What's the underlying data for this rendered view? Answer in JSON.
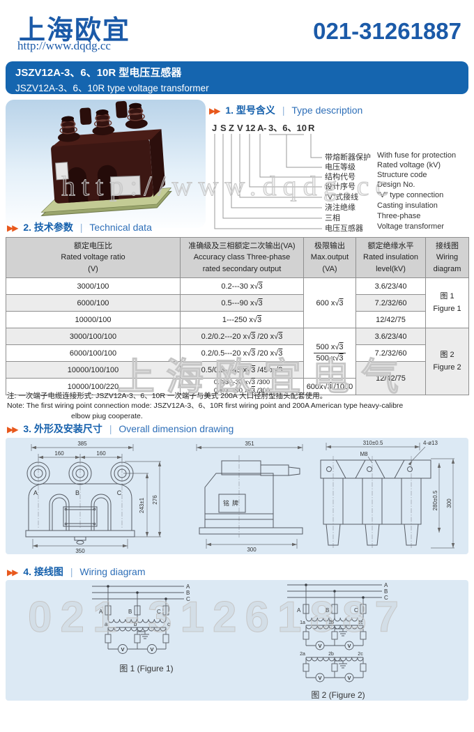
{
  "header": {
    "logo": "上海欧宜",
    "website": "http://www.dqdg.cc",
    "phone": "021-31261887"
  },
  "title_bar": {
    "line1": "JSZV12A-3、6、10R 型电压互感器",
    "line2": "JSZV12A-3、6、10R type voltage transformer"
  },
  "sections": {
    "s1": {
      "zh": "1. 型号含义",
      "en": "Type description"
    },
    "s2": {
      "zh": "2. 技术参数",
      "en": "Technical data"
    },
    "s3": {
      "zh": "3. 外形及安装尺寸",
      "en": "Overall dimension drawing"
    },
    "s4": {
      "zh": "4. 接线图",
      "en": "Wiring diagram"
    }
  },
  "type_diagram": {
    "code": {
      "j": "J",
      "s": "S",
      "z": "Z",
      "v": "V",
      "n12": "12",
      "a": "A",
      "dash": "-",
      "volt": "3、6、10",
      "r": "R"
    },
    "labels": [
      {
        "zh": "带熔断器保护",
        "en": "With fuse for protection"
      },
      {
        "zh": "电压等级",
        "en": "Rated voltage (kV)"
      },
      {
        "zh": "结构代号",
        "en": "Structure code"
      },
      {
        "zh": "设计序号",
        "en": "Design No."
      },
      {
        "zh": "\"V\"式接线",
        "en": "\"V\" type connection"
      },
      {
        "zh": "浇注绝缘",
        "en": "Casting insulation"
      },
      {
        "zh": "三相",
        "en": "Three-phase"
      },
      {
        "zh": "电压互感器",
        "en": "Voltage transformer"
      }
    ]
  },
  "table": {
    "headers": {
      "c1": {
        "l1": "额定电压比",
        "l2": "Rated voltage ratio",
        "l3": "(V)"
      },
      "c2": {
        "l1": "准确级及三相额定二次输出(VA)",
        "l2": "Accuracy class Three-phase",
        "l3": "rated secondary output"
      },
      "c3": {
        "l1": "极限输出",
        "l2": "Max.output",
        "l3": "(VA)"
      },
      "c4": {
        "l1": "额定绝缘水平",
        "l2": "Rated insulation",
        "l3": "level(kV)"
      },
      "c5": {
        "l1": "接线图",
        "l2": "Wiring",
        "l3": "diagram"
      }
    },
    "rows": [
      {
        "ratio": "3000/100",
        "acc": "0.2---30 x√3",
        "ins": "3.6/23/40"
      },
      {
        "ratio": "6000/100",
        "acc": "0.5---90 x√3",
        "ins": "7.2/32/60"
      },
      {
        "ratio": "10000/100",
        "acc": "1---250 x√3",
        "ins": "12/42/75"
      },
      {
        "ratio": "3000/100/100",
        "acc": "0.2/0.2---20 x√3 /20 x√3",
        "ins": "3.6/23/40"
      },
      {
        "ratio": "6000/100/100",
        "acc": "0.2/0.5---20 x√3 /20 x√3",
        "ins": "7.2/32/60"
      },
      {
        "ratio": "10000/100/100",
        "acc": "0.5/0.5---45 x√3 /45 x√3",
        "ins": "12/42/75"
      },
      {
        "ratio": "10000/100/220",
        "acc1": "0.2/3---30 x√3 /300",
        "acc2": "0.5/3---90 x√3 /300",
        "max": "600x√3 /1000"
      }
    ],
    "merged": {
      "max_g1": "600 x√3",
      "max_g2_top": "500 x√3",
      "max_g2_bottom": "500 x√3",
      "fig1_zh": "图 1",
      "fig1_en": "Figure 1",
      "fig2_zh": "图 2",
      "fig2_en": "Figure 2"
    },
    "note_zh": "注: 一次端子电缆连接形式: JSZV12A-3、6、10R 一次端子与美式 200A 大口径肘型插头配套使用。",
    "note_en1": "Note: The first wiring point connection mode: JSZV12A-3、6、10R first wiring point and 200A American type heavy-calibre",
    "note_en2": "elbow piug cooperate."
  },
  "drawings": {
    "front": {
      "dim_top": "385",
      "dim_left": "160",
      "dim_right": "160",
      "dim_h1": "243±1",
      "dim_h2": "276",
      "dim_bottom": "350",
      "label_a": "A",
      "label_b": "B",
      "label_c": "C"
    },
    "side": {
      "dim_top": "351",
      "nameplate": "铭牌",
      "dim_bottom": "300"
    },
    "back": {
      "dim_top": "310±0.5",
      "thread": "M8",
      "holes": "4-ø13",
      "dim_h1": "280±0.5",
      "dim_h2": "300"
    }
  },
  "figures": {
    "fig1": {
      "bus_a": "A",
      "bus_b": "B",
      "bus_c": "C",
      "fuse_a": "A",
      "fuse_b": "B",
      "fuse_c": "C",
      "t_a": "a",
      "t_b": "b",
      "t_c": "c",
      "v": "V",
      "caption": "图 1 (Figure 1)"
    },
    "fig2": {
      "bus_a": "A",
      "bus_b": "B",
      "bus_c": "C",
      "fuse_a": "A",
      "fuse_b": "B",
      "fuse_c": "C",
      "t1a": "1a",
      "t1b": "1b",
      "t1c": "1c",
      "t2a": "2a",
      "t2b": "2b",
      "t2c": "2c",
      "v": "V",
      "caption": "图 2 (Figure 2)"
    }
  },
  "watermarks": {
    "w1": "http://www.dqdg.cc",
    "w2": "上海欧宜电气",
    "w3": "021-31261887"
  }
}
